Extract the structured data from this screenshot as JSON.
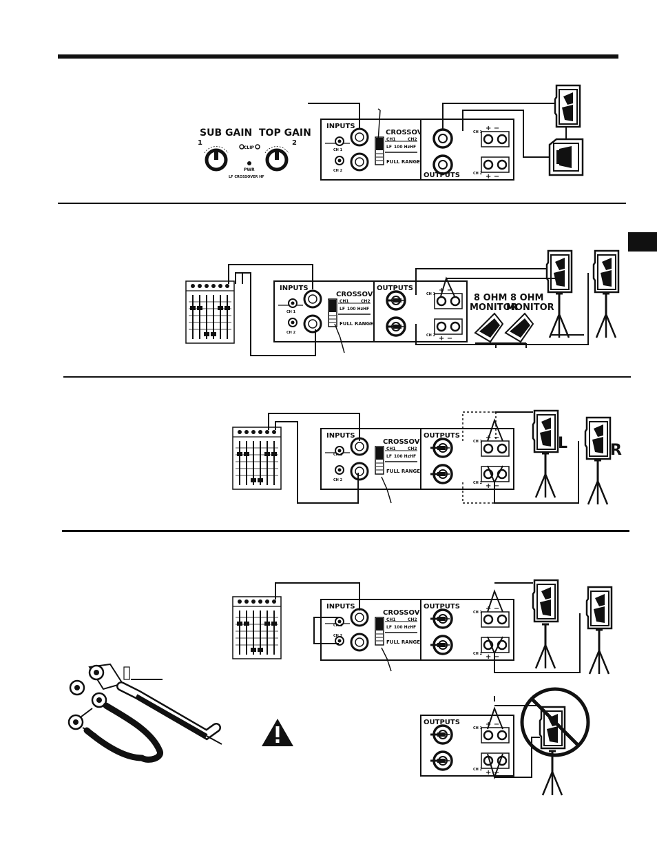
{
  "colors": {
    "ink": "#111111",
    "paper": "#ffffff"
  },
  "amp": {
    "inputs": "INPUTS",
    "crossover": "CROSSOVER",
    "ch1": "CH 1",
    "ch2": "CH 2",
    "ch1_short": "CH1",
    "ch2_short": "CH2",
    "freq": "100 Hz",
    "lf": "LF",
    "hf": "HF",
    "full_range": "FULL RANGE",
    "outputs": "OUTPUTS"
  },
  "front_panel": {
    "sub_gain": "SUB GAIN",
    "top_gain": "TOP GAIN",
    "num1": "1",
    "num2": "2",
    "clip": "CLIP",
    "pwr": "PWR",
    "lf_crossover_hf": "LF CROSSOVER HF"
  },
  "monitor": {
    "label_line1": "8 OHM",
    "label_line2": "MONITOR"
  },
  "speakers": {
    "left": "L",
    "right": "R"
  },
  "icons": [
    "speaker-icon",
    "subwoofer-icon",
    "mixer-icon",
    "monitor-wedge-icon",
    "tripod-icon",
    "warning-icon",
    "xlr-connector-icon",
    "y-cable-icon",
    "prohibited-icon"
  ]
}
